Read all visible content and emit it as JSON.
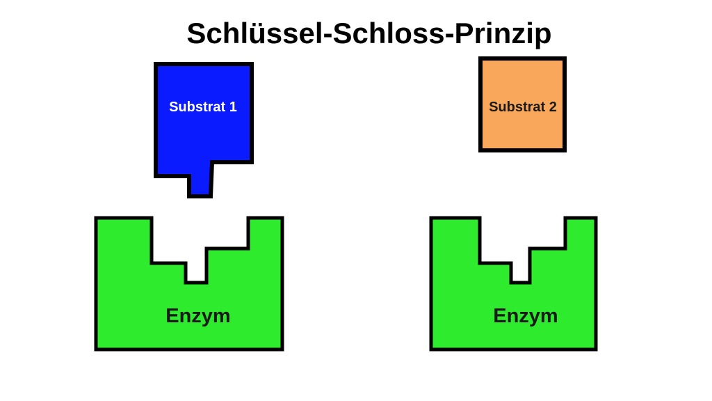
{
  "title": "Schlüssel-Schloss-Prinzip",
  "substrate_1": {
    "label": "Substrat 1",
    "color": "#0a1cff"
  },
  "substrate_2": {
    "label": "Substrat 2",
    "color": "#f9a75a"
  },
  "enzyme_left": {
    "label": "Enzym",
    "color": "#2eeb2e"
  },
  "enzyme_right": {
    "label": "Enzym",
    "color": "#2eeb2e"
  },
  "outline_color": "#000000"
}
